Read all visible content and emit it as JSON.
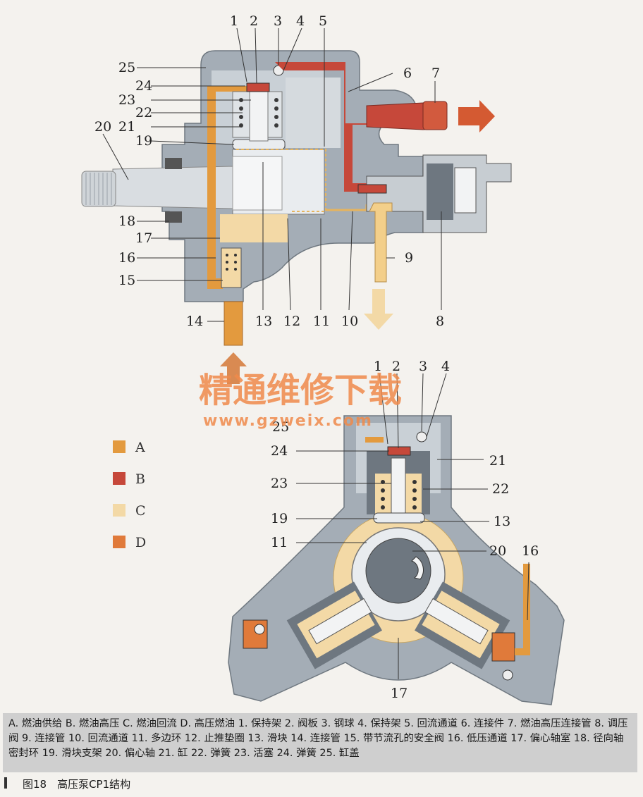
{
  "colors": {
    "housing": "#a4adb6",
    "housing_light": "#c9d0d6",
    "supply": "#e39a3e",
    "high_pressure": "#c6483a",
    "return_flow": "#f3d9a6",
    "hp_fuel": "#e07a3a",
    "shaft": "#d9dde1",
    "arrow_out": "#d45a32",
    "arrow_return": "#f3cf8a",
    "arrow_in": "#d98a52",
    "watermark": "#f08a4b"
  },
  "top_labels": {
    "n1": "1",
    "n2": "2",
    "n3": "3",
    "n4": "4",
    "n5": "5",
    "n6": "6",
    "n7": "7",
    "n8": "8",
    "n9": "9",
    "n10": "10",
    "n11": "11",
    "n12": "12",
    "n13": "13",
    "n14": "14",
    "n15": "15",
    "n16": "16",
    "n17": "17",
    "n18": "18",
    "n19": "19",
    "n20": "20",
    "n21": "21",
    "n22": "22",
    "n23": "23",
    "n24": "24",
    "n25": "25"
  },
  "bottom_labels": {
    "n1": "1",
    "n2": "2",
    "n3": "3",
    "n4": "4",
    "n25": "25",
    "n24": "24",
    "n21": "21",
    "n23": "23",
    "n22": "22",
    "n19": "19",
    "n13": "13",
    "n11": "11",
    "n20": "20",
    "n16": "16",
    "n17": "17"
  },
  "legend": [
    {
      "letter": "A",
      "color": "#e39a3e"
    },
    {
      "letter": "B",
      "color": "#c6483a"
    },
    {
      "letter": "C",
      "color": "#f3d9a6"
    },
    {
      "letter": "D",
      "color": "#e07a3a"
    }
  ],
  "watermark": {
    "title": "精通维修下载",
    "url": "www.gzweix.com"
  },
  "caption": "A. 燃油供给 B. 燃油高压 C. 燃油回流 D. 高压燃油 1. 保持架 2. 阀板 3. 钢球 4. 保持架 5. 回流通道 6. 连接件 7. 燃油高压连接管 8. 调压阀 9. 连接管 10. 回流通道 11. 多边环 12. 止推垫圈 13. 滑块 14. 连接管 15. 带节流孔的安全阀 16. 低压通道 17. 偏心轴室 18. 径向轴密封环 19. 滑块支架 20. 偏心轴 21. 缸 22. 弹簧 23. 活塞 24. 弹簧 25. 缸盖",
  "figure_title": "图18　高压泵CP1结构"
}
